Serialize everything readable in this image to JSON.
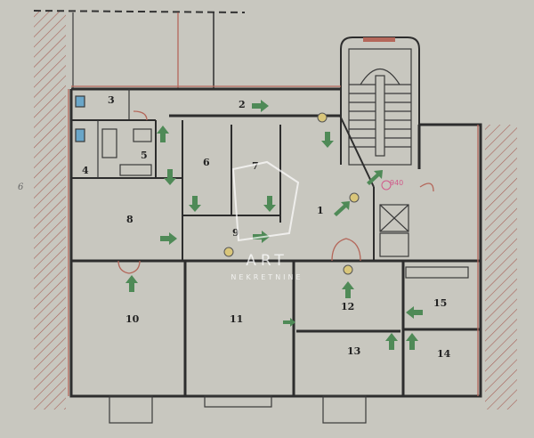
{
  "plan": {
    "rooms": [
      {
        "id": "1",
        "label": "1"
      },
      {
        "id": "2",
        "label": "2"
      },
      {
        "id": "3",
        "label": "3"
      },
      {
        "id": "4",
        "label": "4"
      },
      {
        "id": "5",
        "label": "5"
      },
      {
        "id": "6",
        "label": "6"
      },
      {
        "id": "7",
        "label": "7"
      },
      {
        "id": "8",
        "label": "8"
      },
      {
        "id": "9",
        "label": "9"
      },
      {
        "id": "10",
        "label": "10"
      },
      {
        "id": "11",
        "label": "11"
      },
      {
        "id": "12",
        "label": "12"
      },
      {
        "id": "13",
        "label": "13"
      },
      {
        "id": "14",
        "label": "14"
      },
      {
        "id": "15",
        "label": "15"
      }
    ],
    "margin_mark": "6",
    "pipe_label": "940",
    "colors": {
      "wall": "#2d2d2d",
      "installation": "#b4675a",
      "arrow": "#4f8a57",
      "paper": "#c8c7bf",
      "hatch": "#a7635a"
    }
  },
  "watermark": {
    "line1": "ART",
    "line2": "NEKRETNINE"
  }
}
